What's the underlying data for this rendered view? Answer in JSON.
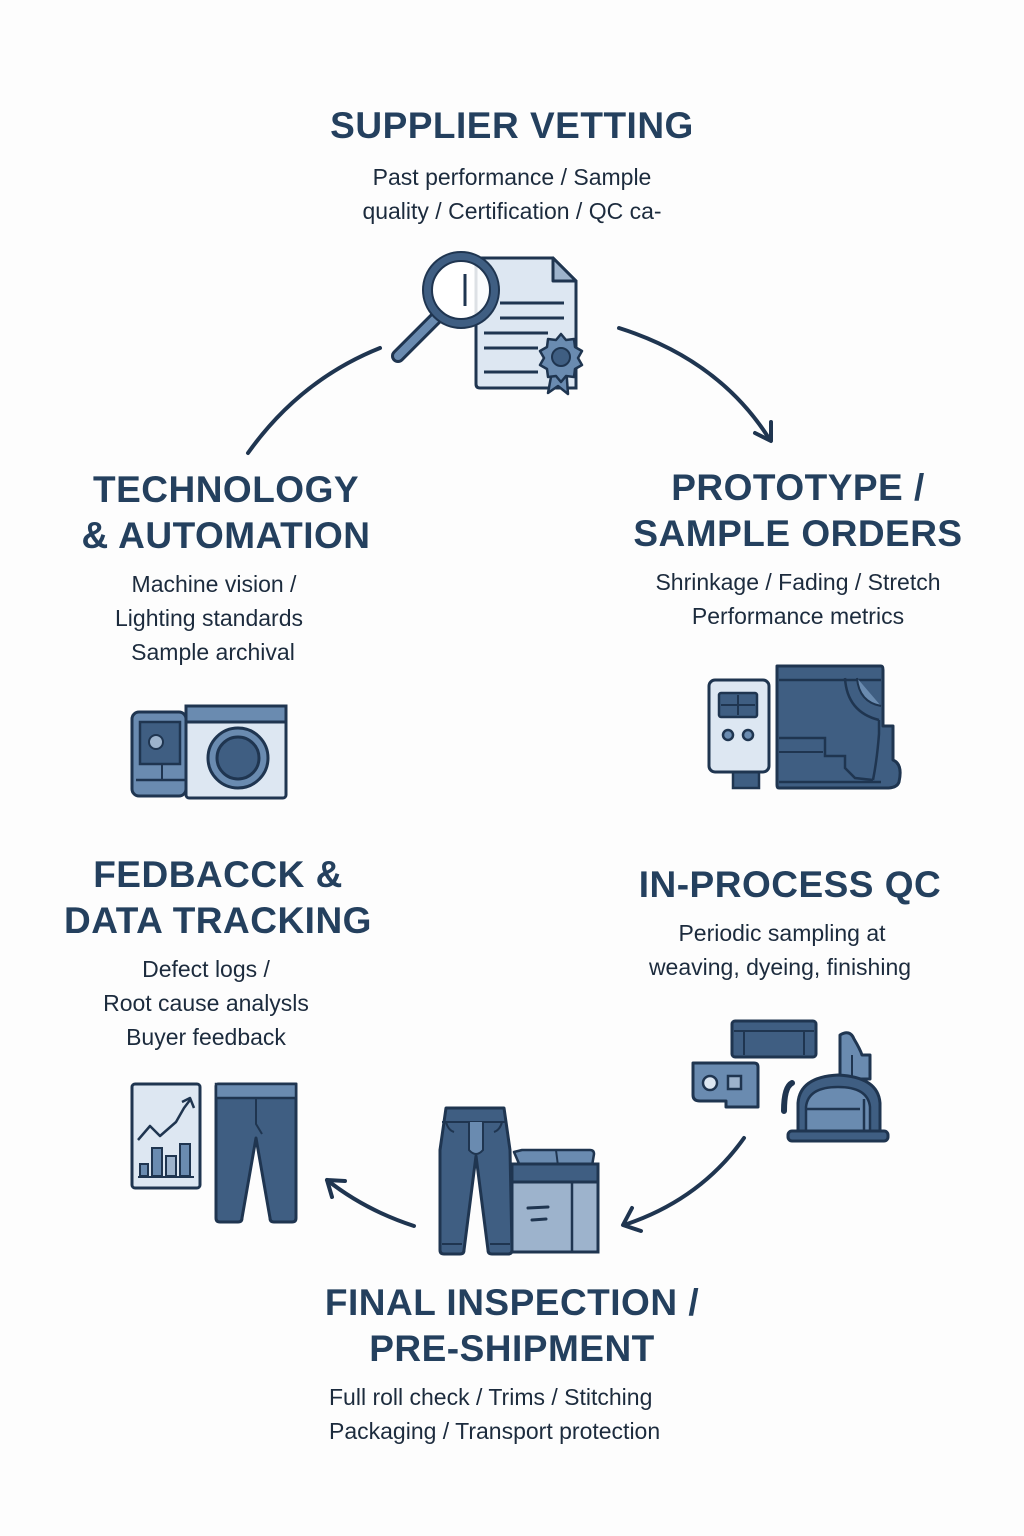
{
  "diagram": {
    "type": "cycle",
    "colors": {
      "title": "#24405e",
      "text": "#1c2b3d",
      "stroke": "#1f3550",
      "dark_fill": "#3f5e82",
      "mid_fill": "#6a8bb0",
      "light_fill": "#dde7f2",
      "arrow": "#1f3550"
    },
    "stages": [
      {
        "id": "supplier-vetting",
        "title_lines": [
          "SUPPLIER VETTING"
        ],
        "desc_lines": [
          "Past performance / Sample",
          "quality / Certification / QC ca-"
        ],
        "icon": "magnifier-certificate-icon"
      },
      {
        "id": "prototype-sample-orders",
        "title_lines": [
          "PROTOTYPE /",
          "SAMPLE ORDERS"
        ],
        "desc_lines": [
          "Shrinkage / Fading / Stretch",
          "Performance metrics"
        ],
        "icon": "test-meter-fabric-icon"
      },
      {
        "id": "in-process-qc",
        "title_lines": [
          "IN-PROCESS QC"
        ],
        "desc_lines": [
          "Periodic sampling at",
          "weaving, dyeing, finishing"
        ],
        "icon": "machinery-icon"
      },
      {
        "id": "final-inspection",
        "title_lines": [
          "FINAL INSPECTION /",
          "PRE-SHIPMENT"
        ],
        "desc_lines": [
          "Full roll check / Trims / Stitching",
          "Packaging / Transport protection"
        ],
        "icon": "jeans-box-icon"
      },
      {
        "id": "feedback-data-tracking",
        "title_lines": [
          "FEDBACCK &",
          "DATA TRACKING"
        ],
        "desc_lines": [
          "Defect logs /",
          "Root cause analysls",
          "Buyer feedback"
        ],
        "icon": "report-trousers-icon"
      },
      {
        "id": "technology-automation",
        "title_lines": [
          "TECHNOLOGY",
          "& AUTOMATION"
        ],
        "desc_lines": [
          "Machine vision /",
          "Lighting standards",
          "Sample archival"
        ],
        "icon": "camera-vision-icon"
      }
    ],
    "connectors": [
      {
        "from": "supplier-vetting",
        "to": "prototype-sample-orders",
        "arrowhead": true
      },
      {
        "from": "in-process-qc",
        "to": "final-inspection",
        "arrowhead": true
      },
      {
        "from": "final-inspection",
        "to": "feedback-data-tracking",
        "arrowhead": true
      },
      {
        "from": "technology-automation",
        "to": "supplier-vetting",
        "arrowhead": false
      }
    ]
  }
}
